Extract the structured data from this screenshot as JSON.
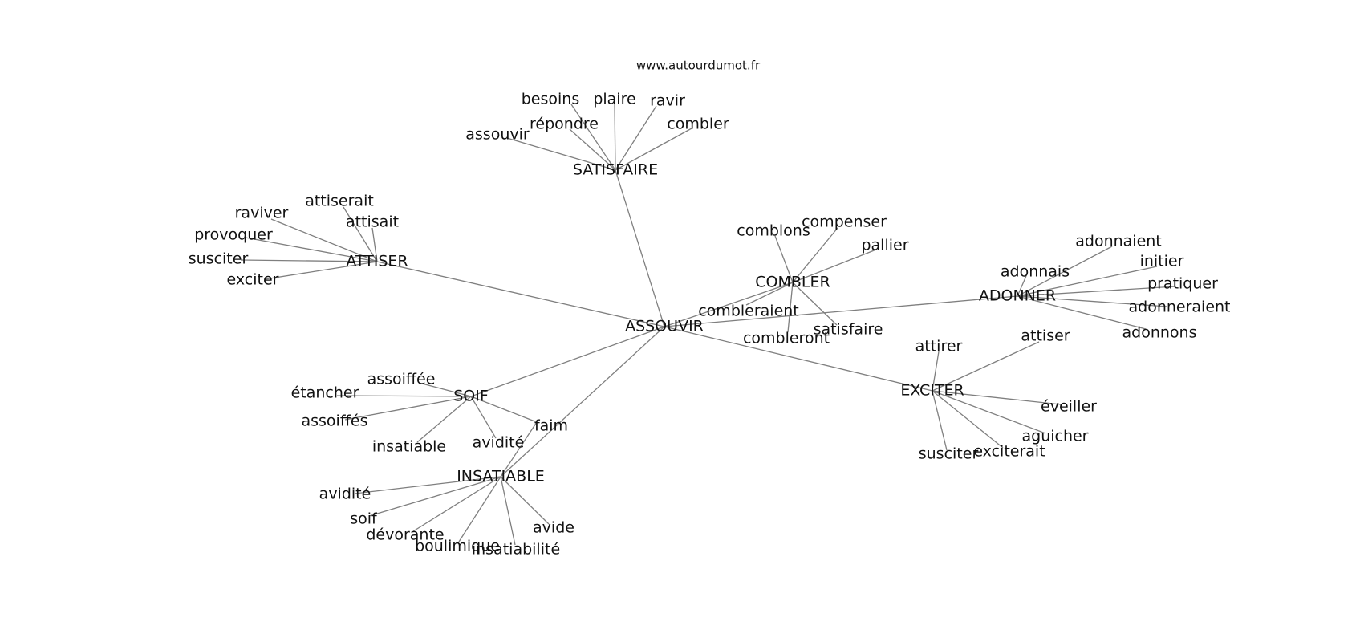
{
  "source": "www.autourdumot.fr",
  "center": "ASSOUVIR",
  "clusters": [
    {
      "id": "satisfaire",
      "hub": "SATISFAIRE",
      "words": [
        "besoins",
        "plaire",
        "ravir",
        "répondre",
        "combler",
        "assouvir"
      ]
    },
    {
      "id": "attiser",
      "hub": "ATTISER",
      "words": [
        "attiserait",
        "raviver",
        "attisait",
        "provoquer",
        "susciter",
        "exciter"
      ]
    },
    {
      "id": "combler",
      "hub": "COMBLER",
      "words": [
        "comblons",
        "compenser",
        "pallier",
        "combleraient",
        "combleront",
        "satisfaire"
      ]
    },
    {
      "id": "adonner",
      "hub": "ADONNER",
      "words": [
        "adonnaient",
        "adonnais",
        "initier",
        "pratiquer",
        "adonneraient",
        "adonnons"
      ]
    },
    {
      "id": "exciter",
      "hub": "EXCITER",
      "words": [
        "attirer",
        "attiser",
        "éveiller",
        "aguicher",
        "exciterait",
        "susciter"
      ]
    },
    {
      "id": "soif",
      "hub": "SOIF",
      "words": [
        "assoiffée",
        "étancher",
        "assoiffés",
        "insatiable",
        "avidité",
        "faim"
      ]
    },
    {
      "id": "insatiable",
      "hub": "INSATIABLE",
      "words": [
        "avidité",
        "soif",
        "dévorante",
        "boulimique",
        "insatiabilité",
        "avide",
        "faim"
      ]
    }
  ]
}
